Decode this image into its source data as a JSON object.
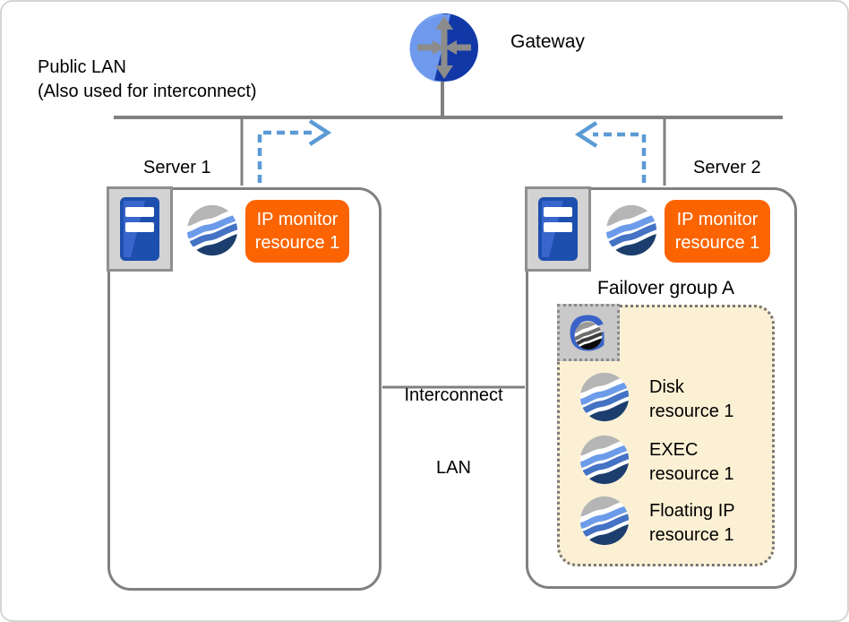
{
  "labels": {
    "gateway": "Gateway",
    "public_lan_line1": "Public LAN",
    "public_lan_line2": "(Also used for interconnect)",
    "interconnect_line1": "Interconnect",
    "interconnect_line2": "LAN"
  },
  "server1": {
    "label": "Server 1",
    "monitor_line1": "IP monitor",
    "monitor_line2": "resource 1"
  },
  "server2": {
    "label": "Server 2",
    "monitor_line1": "IP monitor",
    "monitor_line2": "resource 1"
  },
  "failover_group": {
    "label": "Failover group A",
    "resources": [
      {
        "line1": "Disk",
        "line2": "resource 1"
      },
      {
        "line1": "EXEC",
        "line2": "resource 1"
      },
      {
        "line1": "Floating IP",
        "line2": "resource 1"
      }
    ]
  },
  "colors": {
    "line_gray": "#808080",
    "dashed_arrow_blue": "#5b9bd5",
    "monitor_badge_orange": "#fb6400",
    "failover_group_fill": "#fcf0d4",
    "gateway_light_blue": "#7aa4f4",
    "gateway_dark_blue": "#1238a8",
    "server_tower_blue": "#1d4fae",
    "wave_gray": "#b5b5b5",
    "wave_light_blue": "#6c9bea",
    "wave_mid_blue": "#4472c4",
    "wave_navy": "#1c3e6e"
  }
}
